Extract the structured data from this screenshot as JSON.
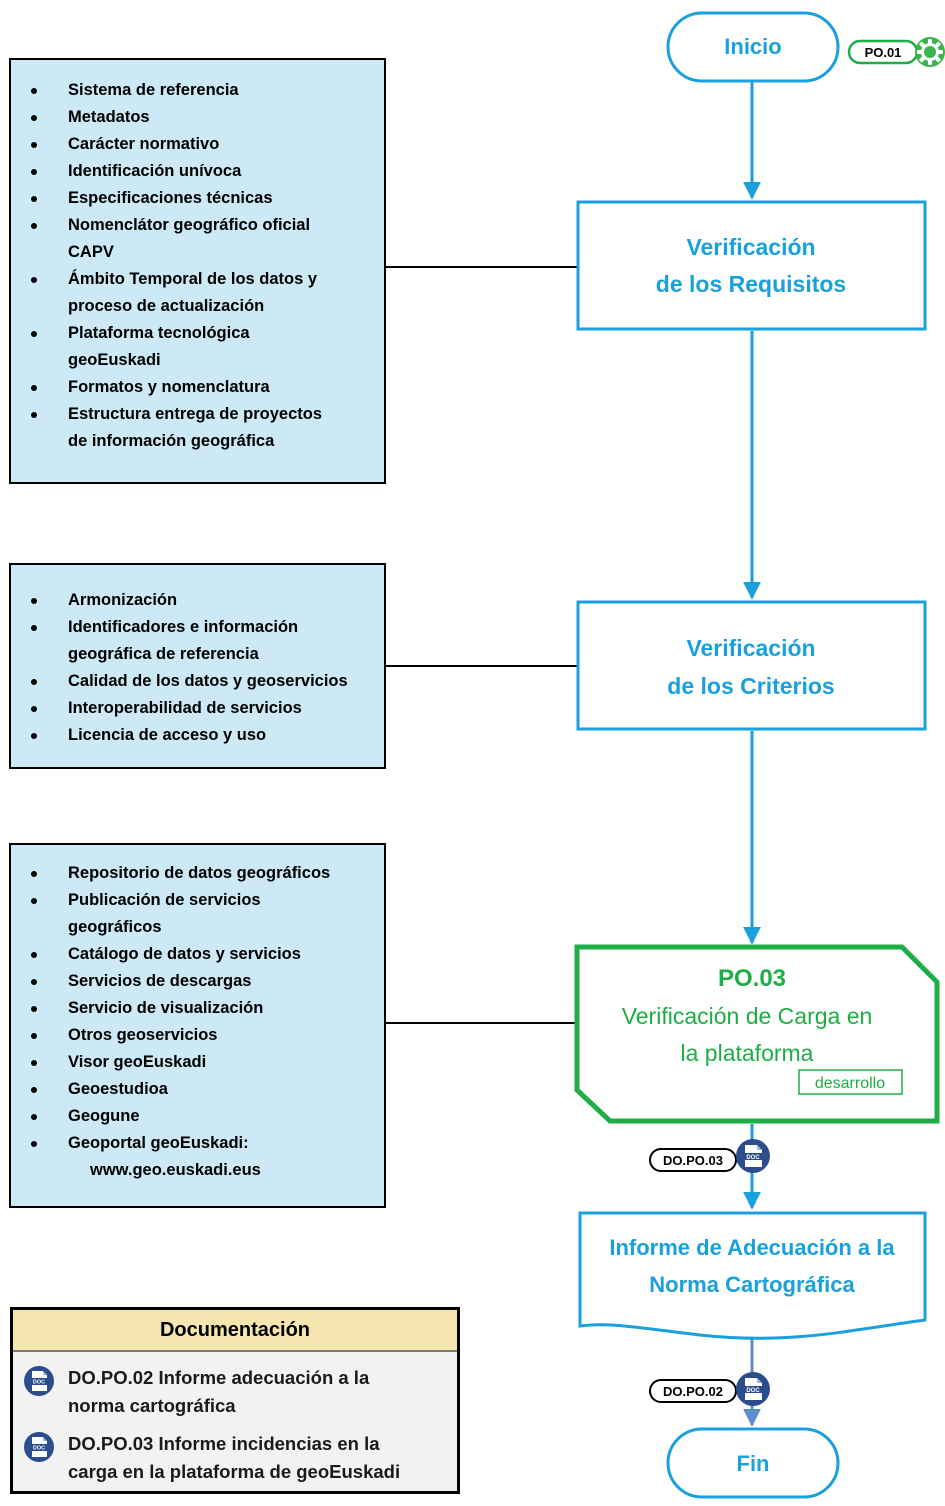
{
  "flow": {
    "start_label": "Inicio",
    "start_tag": "PO.01",
    "step1_line1": "Verificación",
    "step1_line2": "de los Requisitos",
    "step2_line1": "Verificación",
    "step2_line2": "de los Criterios",
    "po03_code": "PO.03",
    "po03_line1": "Verificación de Carga en",
    "po03_line2": "la plataforma",
    "po03_status": "desarrollo",
    "doc_tag_1": "DO.PO.03",
    "report_line1": "Informe de Adecuación a la",
    "report_line2": "Norma Cartográfica",
    "doc_tag_2": "DO.PO.02",
    "end_label": "Fin"
  },
  "requisitos": [
    [
      "Sistema de referencia"
    ],
    [
      "Metadatos"
    ],
    [
      "Carácter normativo"
    ],
    [
      "Identificación unívoca"
    ],
    [
      "Especificaciones técnicas"
    ],
    [
      "Nomenclátor geográfico oficial",
      "CAPV"
    ],
    [
      "Ámbito Temporal de los datos y",
      "proceso de actualización"
    ],
    [
      "Plataforma tecnológica",
      "geoEuskadi"
    ],
    [
      "Formatos y nomenclatura"
    ],
    [
      "Estructura entrega de proyectos",
      "de información geográfica"
    ]
  ],
  "criterios": [
    [
      "Armonización"
    ],
    [
      "Identificadores e información",
      "geográfica de referencia"
    ],
    [
      "Calidad de los datos y geoservicios"
    ],
    [
      "Interoperabilidad de servicios"
    ],
    [
      "Licencia de acceso y uso"
    ]
  ],
  "plataforma": [
    [
      "Repositorio de datos geográficos"
    ],
    [
      "Publicación de servicios",
      "geográficos"
    ],
    [
      "Catálogo de datos y servicios"
    ],
    [
      "Servicios de descargas"
    ],
    [
      "Servicio de visualización"
    ],
    [
      "Otros geoservicios"
    ],
    [
      "Visor geoEuskadi"
    ],
    [
      "Geoestudioa"
    ],
    [
      "Geogune"
    ],
    [
      "Geoportal geoEuskadi:",
      "www.geo.euskadi.eus"
    ]
  ],
  "documentation": {
    "title": "Documentación",
    "items": [
      [
        "DO.PO.02 Informe adecuación a la",
        "norma cartográfica"
      ],
      [
        "DO.PO.03 Informe incidencias en la",
        "carga en la plataforma de geoEuskadi"
      ]
    ]
  },
  "colors": {
    "blue": "#1aa0dc",
    "green": "#1fad45",
    "gear_green": "#3bb54a",
    "doc_icon_navy": "#2b4d8c",
    "list_fill": "#cce9f5"
  }
}
